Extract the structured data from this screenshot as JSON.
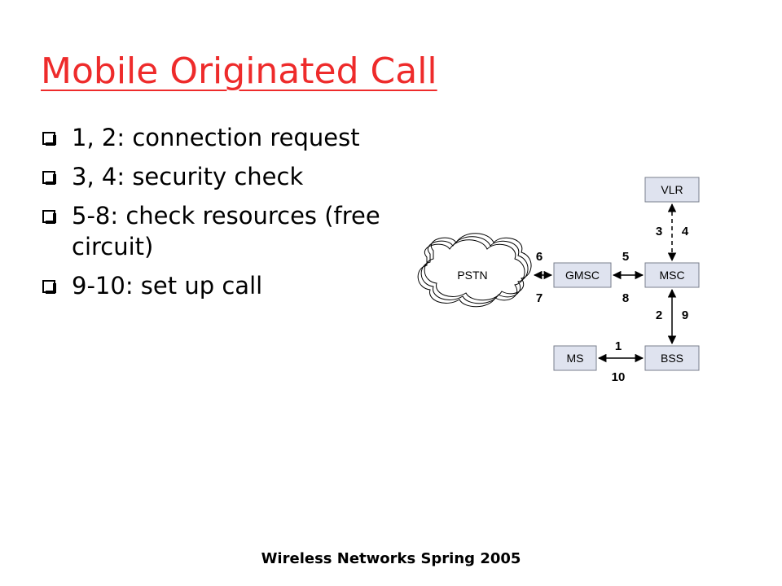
{
  "title": "Mobile Originated Call",
  "bullets": [
    "1, 2: connection request",
    "3, 4: security check",
    "5-8: check resources (free circuit)",
    "9-10: set up call"
  ],
  "diagram": {
    "nodes": {
      "vlr": "VLR",
      "pstn": "PSTN",
      "gmsc": "GMSC",
      "msc": "MSC",
      "ms": "MS",
      "bss": "BSS"
    },
    "steps": {
      "s1": "1",
      "s2": "2",
      "s3": "3",
      "s4": "4",
      "s5": "5",
      "s6": "6",
      "s7": "7",
      "s8": "8",
      "s9": "9",
      "s10": "10"
    },
    "colors": {
      "box_fill": "#dfe3ef",
      "box_stroke": "#7a7f8c"
    }
  },
  "footer": "Wireless Networks Spring 2005"
}
